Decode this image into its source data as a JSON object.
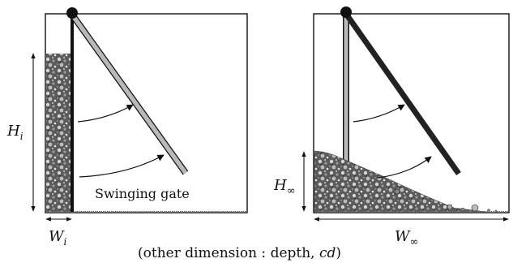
{
  "panels": {
    "initial": {
      "height_label": "H",
      "height_subscript": "i",
      "width_label": "W",
      "width_subscript": "i",
      "gate_label": "Swinging gate"
    },
    "final": {
      "height_label": "H",
      "height_subscript": "∞",
      "width_label": "W",
      "width_subscript": "∞"
    }
  },
  "caption": {
    "prefix": "(other dimension : depth, ",
    "variable": "cd",
    "suffix": ")"
  },
  "colors": {
    "ink": "#111111",
    "gate_light_fill": "#b9b9b9",
    "gate_dark": "#222222",
    "grain_dark": "#3a3a3a",
    "grain_light": "#cfcfcf"
  }
}
